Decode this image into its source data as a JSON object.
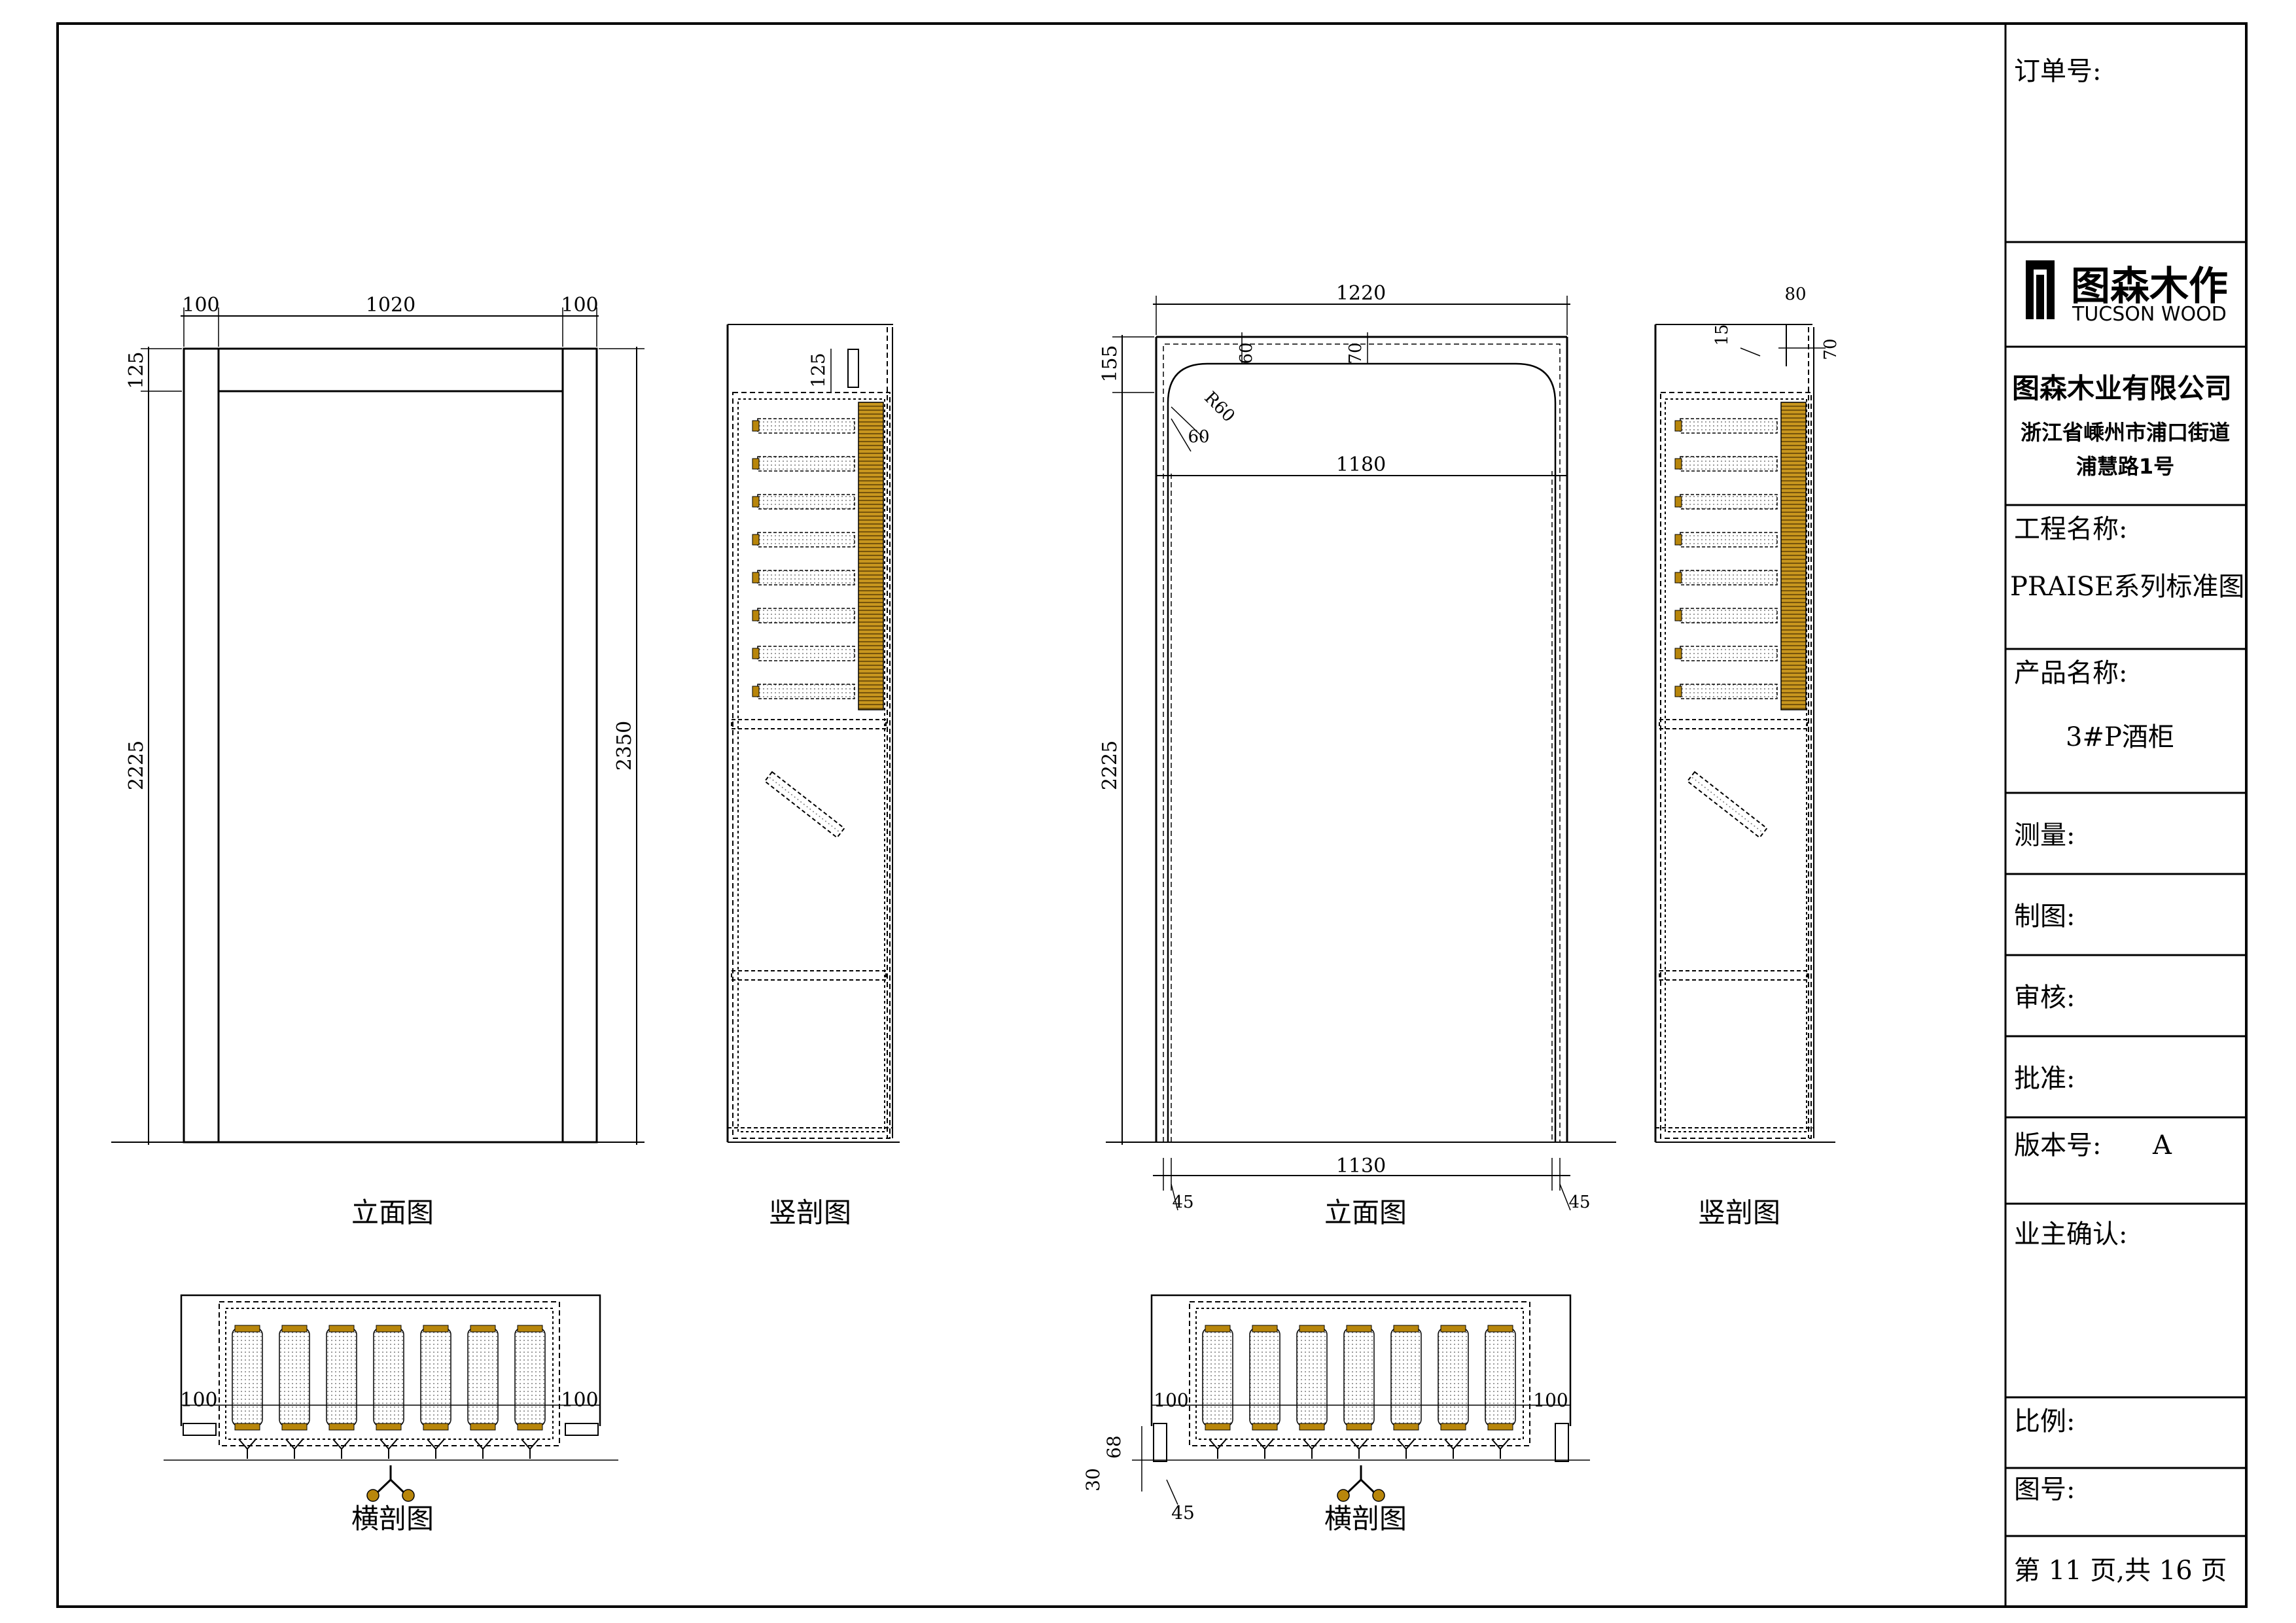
{
  "title_block": {
    "order_no_label": "订单号:",
    "logo_cn": "图森木作",
    "logo_en": "TUCSON WOOD",
    "company": "图森木业有限公司",
    "address_line1": "浙江省嵊州市浦口街道",
    "address_line2": "浦慧路1号",
    "project_label": "工程名称:",
    "project_value": "PRAISE系列标准图",
    "product_label": "产品名称:",
    "product_value": "3#P酒柜",
    "measure_label": "测量:",
    "draw_label": "制图:",
    "review_label": "审核:",
    "approve_label": "批准:",
    "version_label": "版本号:",
    "version_value": "A",
    "owner_label": "业主确认:",
    "scale_label": "比例:",
    "drawing_no_label": "图号:",
    "page_text": "第 11 页,共 16 页"
  },
  "views": {
    "left_elevation": "立面图",
    "left_section": "竖剖图",
    "left_plan": "横剖图",
    "right_elevation": "立面图",
    "right_section": "竖剖图",
    "right_plan": "横剖图"
  },
  "dimensions": {
    "left_top_a": "100",
    "left_top_b": "1020",
    "left_top_c": "100",
    "left_height_head": "125",
    "left_height_inner": "2225",
    "left_height_total": "2350",
    "left_section_head": "125",
    "right_width_top": "1220",
    "right_head": "155",
    "right_frame_a": "60",
    "right_frame_b": "70",
    "right_radius": "R60",
    "right_frame_c": "60",
    "right_inner_width": "1180",
    "right_height": "2225",
    "right_bottom_width": "1130",
    "right_bottom_left": "45",
    "right_bottom_right": "45",
    "right_section_a": "80",
    "right_section_b": "15",
    "right_section_c": "70",
    "left_plan_a": "100",
    "left_plan_b": "100",
    "right_plan_a": "100",
    "right_plan_b": "100",
    "right_plan_c": "68",
    "right_plan_d": "30",
    "right_plan_e": "45"
  },
  "colors": {
    "line": "#000000",
    "bottle": "#b8860b",
    "rack": "#8b6914"
  }
}
